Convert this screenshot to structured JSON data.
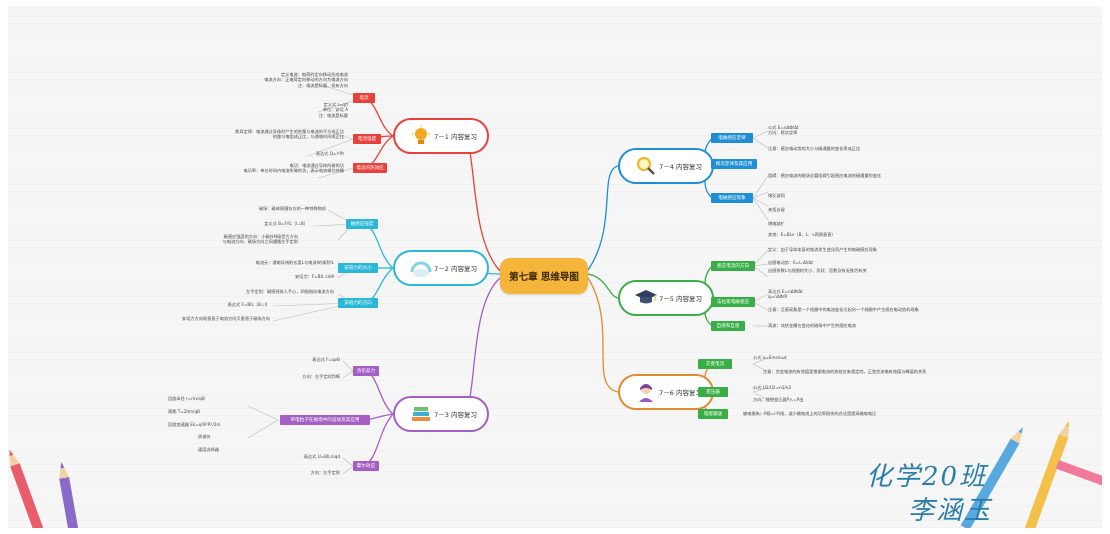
{
  "root": {
    "title": "第七章 思维导图"
  },
  "sections": {
    "s71": {
      "title": "7－1 内容复习",
      "color": "#e8413c",
      "icon": "lightbulb-icon"
    },
    "s72": {
      "title": "7－2 内容复习",
      "color": "#2bb7d9",
      "icon": "rainbow-cloud-icon"
    },
    "s73": {
      "title": "7－3 内容复习",
      "color": "#a45ec4",
      "icon": "books-icon"
    },
    "s74": {
      "title": "7－4 内容复习",
      "color": "#1e8fd6",
      "icon": "magnifier-icon"
    },
    "s75": {
      "title": "7－5 内容复习",
      "color": "#3aae46",
      "icon": "graduation-cap-icon"
    },
    "s76": {
      "title": "7－6 内容复习",
      "color": "#e28a2e",
      "icon": "student-icon"
    }
  },
  "tags": {
    "s71": [
      "电流",
      "电流强度",
      "电流的热效应"
    ],
    "s72": [
      "磁感应强度",
      "安培力的大小",
      "安培力的方向"
    ],
    "s73": [
      "洛伦兹力",
      "带电粒子在磁场中的运动及其应用",
      "霍尔效应"
    ],
    "s74": [
      "电磁感应定律",
      "楞次定律及其应用",
      "电磁感应现象"
    ],
    "s75": [
      "感应电流的方向",
      "法拉第电磁感应",
      "自感和互感"
    ],
    "s76": [
      "交变电流",
      "变压器",
      "电能输送"
    ]
  },
  "leaves": {
    "s71a": [
      "定义电流：电荷的定向移动形成电流",
      "电流方向：正电荷定向移动的方向为电流方向",
      "注：电流是标量，但有方向"
    ],
    "s71b": [
      "定义式 I=q/t",
      "单位：安培 A",
      "注：电流是标量"
    ],
    "s71c": [
      "焦耳定律：电流通过导体时产生的热量与电流的平方成正比",
      "热量与电阻成正比，与通电时间成正比"
    ],
    "s71d": [
      "表达式 Q=I²Rt"
    ],
    "s71e": [
      "电功：电流通过导体所做的功",
      "电功率：单位时间内电流所做的功，表示电流做功快慢"
    ],
    "s72a": [
      "磁场：磁体周围存在的一种特殊物质"
    ],
    "s72b": [
      "定义式 B=F/IL（I⊥B）"
    ],
    "s72c": [
      "磁感应强度的方向：小磁针N极受力方向",
      "与电流方向、磁场方向之间遵循左手定则"
    ],
    "s72d": [
      "电流元：通电导线的长度L与电流I的乘积IL"
    ],
    "s72e": [
      "安培力：F=BIL sinθ"
    ],
    "s72f": [
      "左手定则：磁感线穿入手心，四指指向电流方向"
    ],
    "s72g": [
      "表达式 F=BIL（B⊥I）"
    ],
    "s72h": [
      "安培力方向既垂直于电流方向又垂直于磁场方向"
    ],
    "s73a": [
      "表达式 F=qvB"
    ],
    "s73b": [
      "方向：左手定则判断"
    ],
    "s73c": [
      "回旋半径 r=mv/qB",
      "周期 T=2πm/qB",
      "回旋加速器 Ek=q²B²R²/2m"
    ],
    "s73d": [
      "质谱仪",
      "速度选择器"
    ],
    "s73e": [
      "表达式 U=BIL/nqd"
    ],
    "s73f": [
      "方向：左手定则"
    ],
    "s74a": [
      "公式 E=nΔΦ/Δt",
      "方向：楞次定律"
    ],
    "s74b": [
      "注意：感应电动势的大小与磁通量的变化率成正比"
    ],
    "s74c": [
      "阻碍：感应电流的磁场总要阻碍引起感应电流的磁通量的变化"
    ],
    "s74d": [
      "增反减同",
      "来拒去留",
      "增缩减扩"
    ],
    "s74e": [
      "其他：E=BLv（B、L、v两两垂直）"
    ],
    "s75a": [
      "定义：由于导体本身的电流发生变化而产生的电磁感应现象"
    ],
    "s75b": [
      "自感电动势：E=L·ΔI/Δt",
      "自感系数L与线圈的大小、形状、匝数及有无铁芯有关"
    ],
    "s75c": [
      "表达式 E=nΔΦ/Δt",
      "q=nΔΦ/R"
    ],
    "s75d": [
      "注意：互感现象是一个线圈中的电流变化引起另一个线圈中产生感应电动势的现象"
    ],
    "s75e": [
      "涡流：块状金属在变化的磁场中产生的感应电流"
    ],
    "s76a": [
      "公式 e=Emsinωt"
    ],
    "s76b": [
      "注意：交变电流的有效值是根据电流的热效应来规定的，正弦交流电有效值与峰值的关系"
    ],
    "s76c": [
      "公式 U1/U2=n1/n2"
    ],
    "s76d": [
      "方向：理想变压器P入=P出"
    ],
    "s76e": [
      "输电损失：P损=I²R线，减少输电线上的功率损失的办法是提高输电电压"
    ]
  },
  "signature": {
    "line1": "化学20班",
    "line2": "李涵玉"
  }
}
